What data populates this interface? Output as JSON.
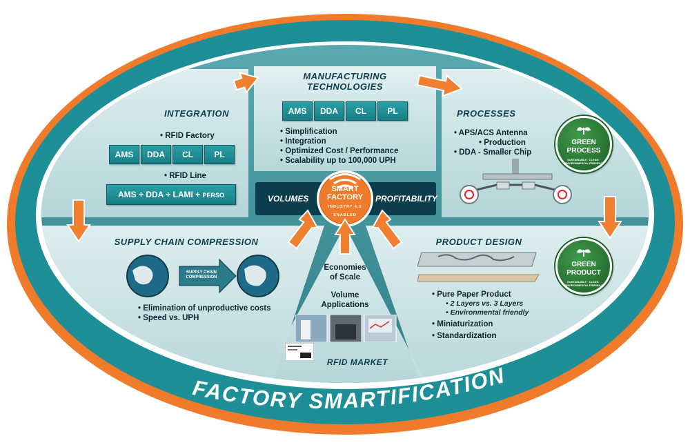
{
  "title": "FACTORY SMARTIFICATION",
  "hub": {
    "line1": "SMART",
    "line2": "FACTORY",
    "ring": "INDUSTRY 4.0 ENABLED"
  },
  "band": {
    "left": "VOLUMES",
    "right": "PROFITABILITY"
  },
  "manufacturing": {
    "title_line1": "MANUFACTURING",
    "title_line2": "TECHNOLOGIES",
    "chips": [
      "AMS",
      "DDA",
      "CL",
      "PL"
    ],
    "bullets": [
      "Simplification",
      "Integration",
      "Optimized Cost / Performance",
      "Scalability up to 100,000 UPH"
    ]
  },
  "integration": {
    "title": "INTEGRATION",
    "factory_label": "RFID Factory",
    "chips": [
      "AMS",
      "DDA",
      "CL",
      "PL"
    ],
    "line_label": "RFID Line",
    "line_main": "AMS + DDA + LAMI +",
    "line_small": "PERSO"
  },
  "processes": {
    "title": "PROCESSES",
    "bullets": [
      "APS/ACS Antenna",
      "DDA - Smaller Chip"
    ],
    "bullet1_cont": "Production"
  },
  "green_process": {
    "line1": "GREEN",
    "line2": "PROCESS",
    "ring": "SUSTAINABLE · CLEAN · ENVIRONMENTAL FRIENDLY"
  },
  "green_product": {
    "line1": "GREEN",
    "line2": "PRODUCT",
    "ring": "SUSTAINABLE · CLEAN · ENVIRONMENTAL FRIENDLY"
  },
  "supply": {
    "title": "SUPPLY CHAIN COMPRESSION",
    "arrow_line1": "SUPPLY CHAIN",
    "arrow_line2": "COMPRESSION",
    "bullets": [
      "Elimination of unproductive costs",
      "Speed   vs.  UPH"
    ]
  },
  "market": {
    "title": "RFID MARKET",
    "economies_line1": "Economies",
    "economies_line2": "of Scale",
    "volume_line1": "Volume",
    "volume_line2": "Applications"
  },
  "product": {
    "title": "PRODUCT DESIGN",
    "b1": "Pure Paper Product",
    "s1": "2 Layers   vs. 3 Layers",
    "s2": "Environmental friendly",
    "b2": "Miniaturization",
    "b3": "Standardization"
  },
  "colors": {
    "teal_ring": "#1f8f97",
    "orange_ring": "#f07b2b",
    "arrow": "#f07f2f",
    "panel": "#d3e8ea",
    "dark_band": "#0c3d4d",
    "badge_green": "#2e7d32"
  }
}
